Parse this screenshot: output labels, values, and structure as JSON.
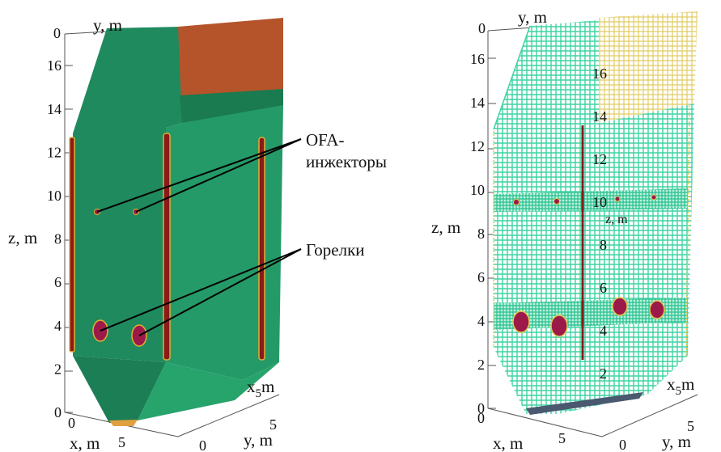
{
  "left_panel": {
    "axes": {
      "y_label": "y, m",
      "z_label": "z, m",
      "x_label": "x, m",
      "y_bottom_label": "y, m",
      "x_right_label": "x",
      "x_right_sub": "5",
      "x_right_unit": "m",
      "z_ticks": [
        "0",
        "2",
        "4",
        "6",
        "8",
        "10",
        "12",
        "14",
        "16"
      ],
      "y_top_tick": "0",
      "x_bottom_ticks": [
        "0",
        "5"
      ],
      "y_bottom_ticks": [
        "5",
        "0"
      ]
    },
    "annotations": {
      "ofa_line1": "OFA-",
      "ofa_line2": "инжекторы",
      "burners": "Горелки"
    },
    "colors": {
      "wall": "#1f8a5e",
      "wall_light": "#2fae72",
      "top": "#b5542a",
      "stripe": "#8b1a1a",
      "stripe_edge": "#e0b030",
      "port": "#9c1a4a"
    }
  },
  "right_panel": {
    "axes": {
      "y_label": "y, m",
      "z_label": "z, m",
      "x_label": "x, m",
      "y_bottom_label": "y, m",
      "x_right_label": "x",
      "x_right_sub": "5",
      "x_right_unit": "m",
      "z_ticks": [
        "0",
        "2",
        "4",
        "6",
        "8",
        "10",
        "12",
        "14",
        "16"
      ],
      "y_top_tick": "0",
      "x_bottom_ticks": [
        "0",
        "5"
      ],
      "y_bottom_ticks": [
        "5",
        "0"
      ],
      "inner_z_ticks": [
        "2",
        "4",
        "6",
        "8",
        "10",
        "12",
        "14",
        "16"
      ],
      "inner_z_label": "z, m"
    },
    "colors": {
      "mesh": "#3fd3a3",
      "mesh_dark": "#1fae80",
      "port": "#9c1a4a",
      "edge": "#e8c84a"
    }
  }
}
